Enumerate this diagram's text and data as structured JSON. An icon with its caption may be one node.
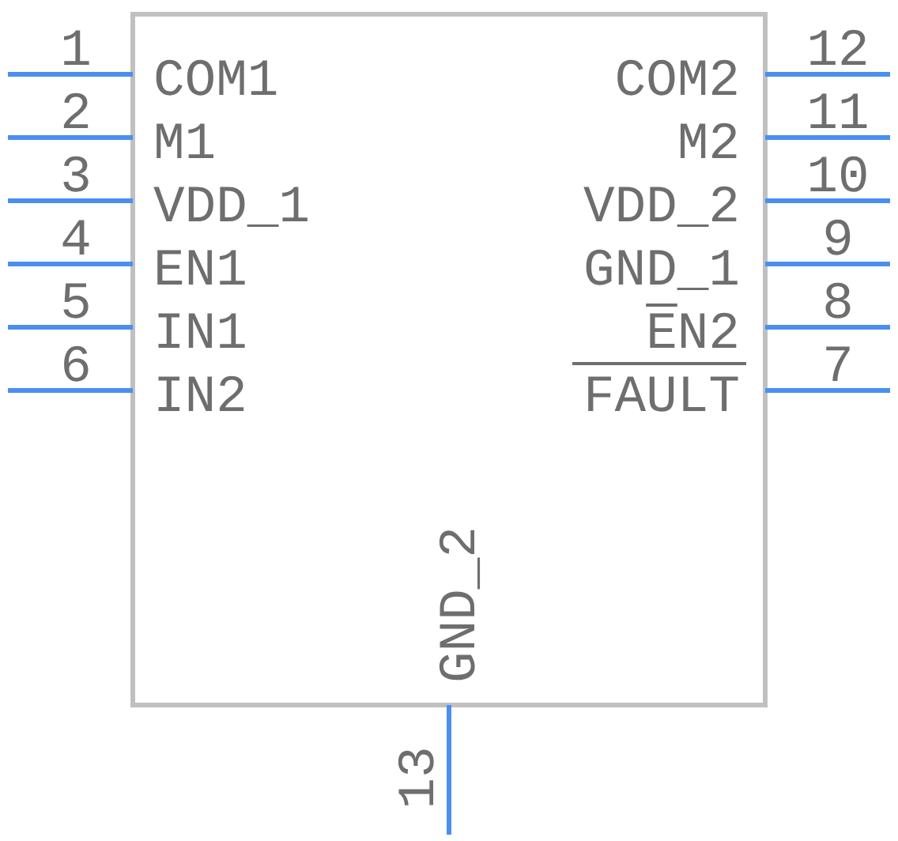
{
  "diagram": {
    "nodes": [
      {
        "text": [],
        "shape": "box"
      },
      {
        "text": [
          "COM1"
        ],
        "in": 0
      },
      {
        "text": [
          "COM2"
        ],
        "in": 0
      },
      {
        "text": [
          "M1"
        ],
        "in": 0
      },
      {
        "text": [
          "M2"
        ],
        "in": 0
      },
      {
        "text": [
          "VDD_1"
        ],
        "in": 0
      },
      {
        "text": [
          "VDD_2"
        ],
        "in": 0
      },
      {
        "text": [
          "EN1"
        ],
        "in": 0
      },
      {
        "text": [
          "GND_1"
        ],
        "in": 0
      },
      {
        "text": [
          "IN1"
        ],
        "in": 0
      },
      {
        "text": [
          "EN2"
        ],
        "in": 0
      },
      {
        "text": [
          "IN2"
        ],
        "in": 0
      },
      {
        "text": [
          "FAULT"
        ],
        "in": 0
      },
      {
        "text": [
          "GND_2"
        ],
        "in": 0
      }
    ],
    "edges": [
      {
        "from": null,
        "to": 1,
        "arrow": "none",
        "label": "1"
      },
      {
        "from": null,
        "to": 3,
        "arrow": "none",
        "label": "2"
      },
      {
        "from": null,
        "to": 5,
        "arrow": "none",
        "label": "3"
      },
      {
        "from": null,
        "to": 7,
        "arrow": "none",
        "label": "4"
      },
      {
        "from": null,
        "to": 9,
        "arrow": "none",
        "label": "5"
      },
      {
        "from": null,
        "to": 11,
        "arrow": "none",
        "label": "6"
      },
      {
        "from": null,
        "to": 12,
        "arrow": "none",
        "label": "7"
      },
      {
        "from": null,
        "to": 10,
        "arrow": "none",
        "label": "8"
      },
      {
        "from": null,
        "to": 8,
        "arrow": "none",
        "label": "9"
      },
      {
        "from": null,
        "to": 6,
        "arrow": "none",
        "label": "10"
      },
      {
        "from": null,
        "to": 4,
        "arrow": "none",
        "label": "11"
      },
      {
        "from": null,
        "to": 2,
        "arrow": "none",
        "label": "12"
      },
      {
        "from": null,
        "to": 13,
        "arrow": "none",
        "label": "13"
      }
    ]
  }
}
